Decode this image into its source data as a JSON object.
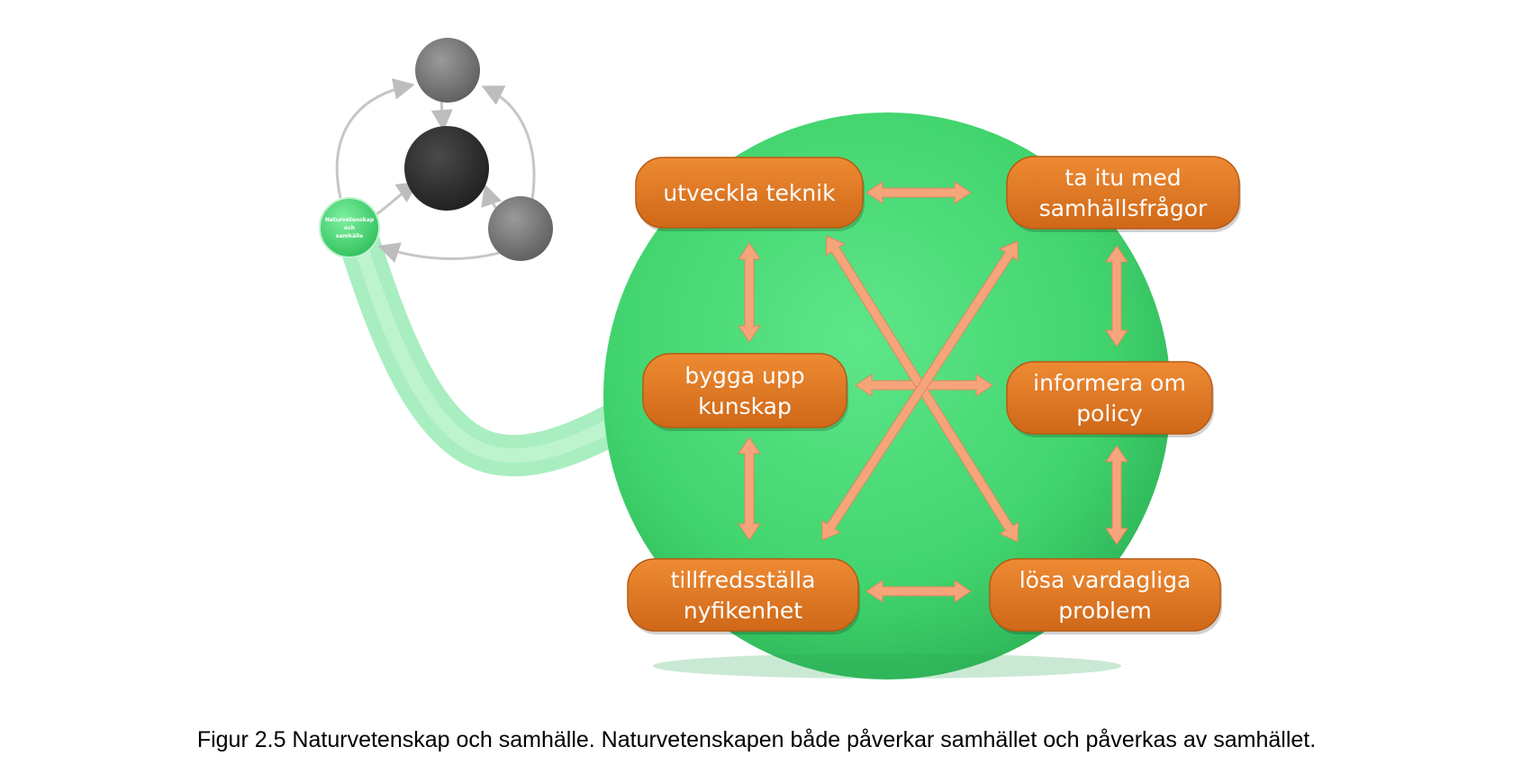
{
  "colors": {
    "sphere": "#46d873",
    "box": "#e27a22",
    "arrow": "#f6a57a",
    "gray_node": "#7a7a7a",
    "dark_node": "#333333"
  },
  "mini_map": {
    "green_node_lines": [
      "Naturvetenskap",
      "och",
      "samhälle"
    ]
  },
  "nodes": [
    {
      "id": "utveckla",
      "lines": [
        "utveckla teknik"
      ]
    },
    {
      "id": "samhall",
      "lines": [
        "ta itu med",
        "samhällsfrågor"
      ]
    },
    {
      "id": "bygga",
      "lines": [
        "bygga upp",
        "kunskap"
      ]
    },
    {
      "id": "informera",
      "lines": [
        "informera om",
        "policy"
      ]
    },
    {
      "id": "tillfreds",
      "lines": [
        "tillfredsställa",
        "nyfikenhet"
      ]
    },
    {
      "id": "losa",
      "lines": [
        "lösa vardagliga",
        "problem"
      ]
    }
  ],
  "caption": "Figur 2.5 Naturvetenskap och samhälle. Naturvetenskapen både påverkar samhället och påverkas av samhället."
}
